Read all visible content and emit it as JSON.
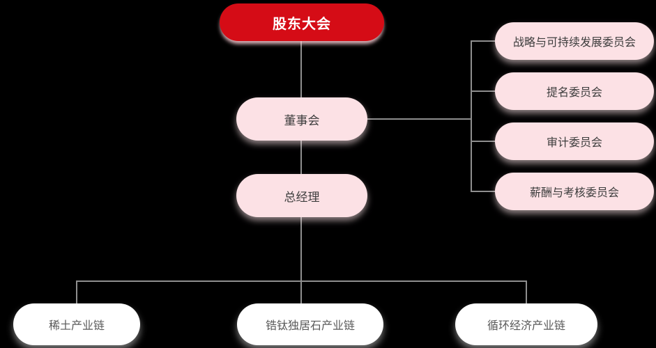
{
  "org_chart": {
    "root": {
      "label": "股东大会"
    },
    "board": {
      "label": "董事会"
    },
    "general_manager": {
      "label": "总经理"
    },
    "committees": [
      {
        "label": "战略与可持续发展委员会"
      },
      {
        "label": "提名委员会"
      },
      {
        "label": "审计委员会"
      },
      {
        "label": "薪酬与考核委员会"
      }
    ],
    "industry_chains": [
      {
        "label": "稀土产业链"
      },
      {
        "label": "锆钛独居石产业链"
      },
      {
        "label": "循环经济产业链"
      }
    ]
  },
  "colors": {
    "root_fill": "#d50c16",
    "root_text": "#ffffff",
    "secondary_fill": "#fce1e5",
    "secondary_text": "#3d3d3d",
    "chain_fill": "#ffffff",
    "chain_text": "#595959",
    "connector": "#8f8f8f",
    "background": "#000000"
  }
}
